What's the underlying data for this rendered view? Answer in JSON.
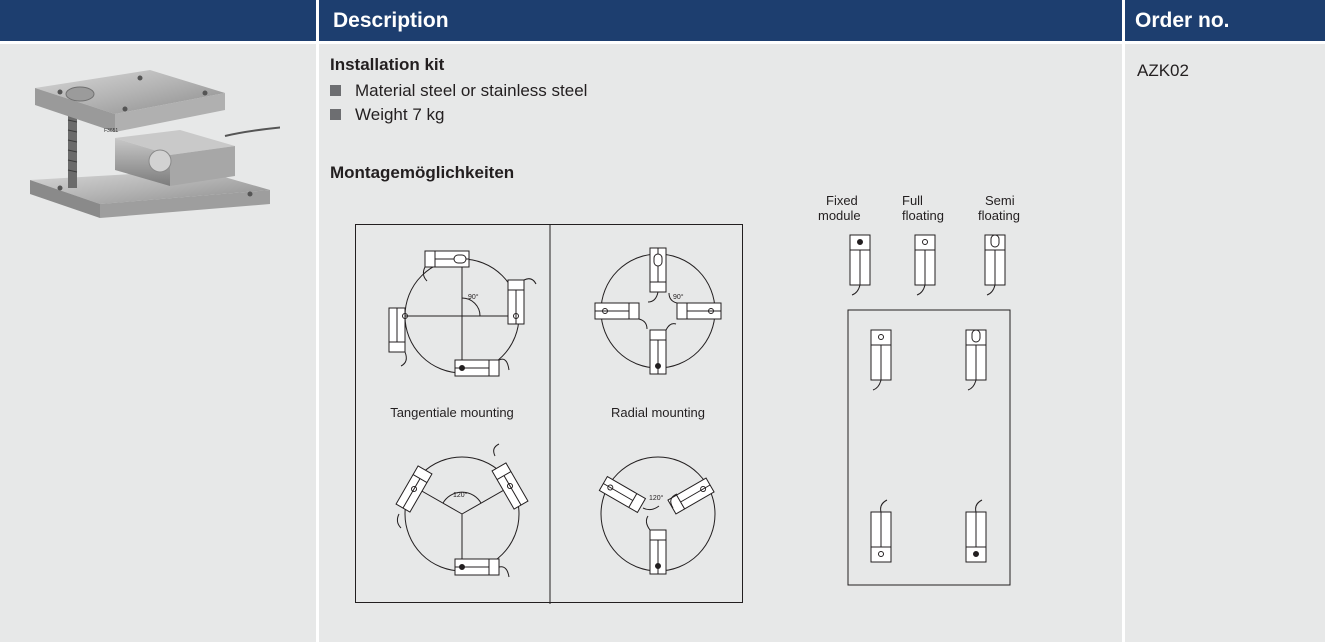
{
  "header": {
    "description": "Description",
    "order_no": "Order no."
  },
  "product": {
    "title": "Installation kit",
    "bullets": [
      "Material steel or stainless steel",
      "Weight 7 kg"
    ],
    "subheading": "Montagemöglichkeiten",
    "order_code": "AZK02",
    "photo_label": "F3651"
  },
  "diagram": {
    "caption_tangential": "Tangentiale mounting",
    "caption_radial": "Radial mounting",
    "angle_90": "90°",
    "angle_120": "120°",
    "legend": {
      "fixed": [
        "Fixed",
        "module"
      ],
      "full": [
        "Full",
        "floating"
      ],
      "semi": [
        "Semi",
        "floating"
      ]
    }
  }
}
